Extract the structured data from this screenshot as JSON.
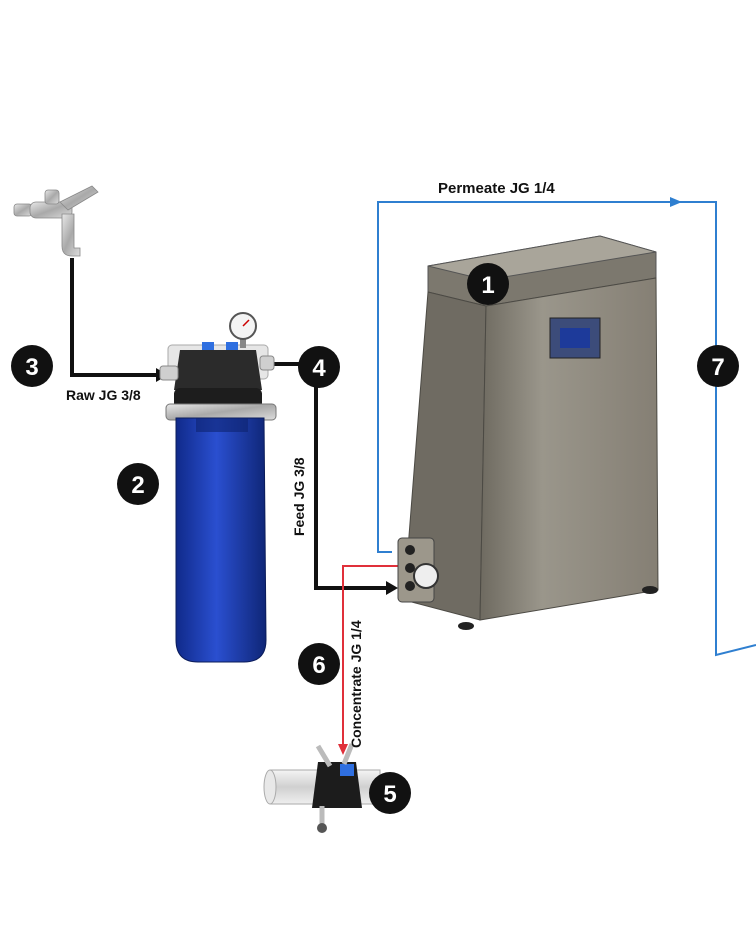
{
  "labels": {
    "permeate": "Permeate JG 1/4",
    "raw": "Raw JG 3/8",
    "feed": "Feed JG 3/8",
    "concentrate": "Concentrate JG 1/4"
  },
  "markers": {
    "m1": "1",
    "m2": "2",
    "m3": "3",
    "m4": "4",
    "m5": "5",
    "m6": "6",
    "m7": "7"
  },
  "colors": {
    "permeate_line": "#2f7fd0",
    "feed_line": "#111111",
    "concentrate_line": "#e0303a",
    "unit_body": "#8f8b80",
    "filter_housing": "#1f3fb5",
    "marker_fill": "#111111"
  },
  "icons": {
    "faucet": "faucet-icon",
    "filter": "filter-housing-icon",
    "ro_unit": "ro-unit-icon",
    "drain_saddle": "drain-saddle-icon"
  }
}
